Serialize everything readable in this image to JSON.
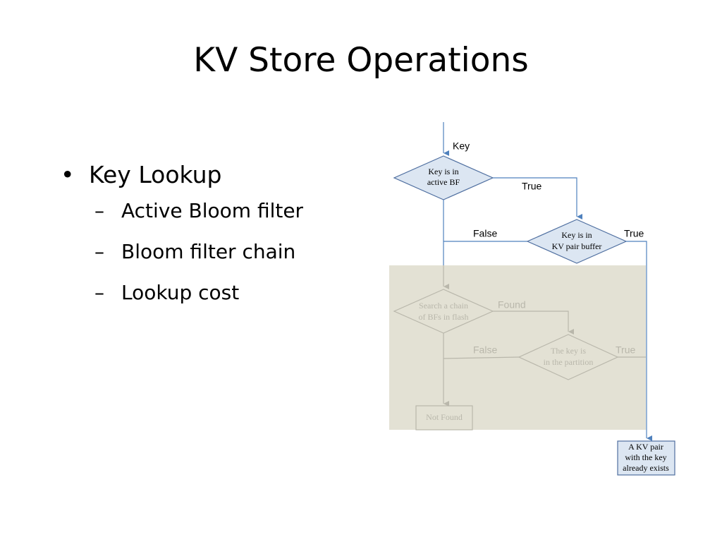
{
  "title": "KV Store Operations",
  "bullets": {
    "main": "Key Lookup",
    "sub": [
      "Active Bloom filter",
      "Bloom filter chain",
      "Lookup cost"
    ]
  },
  "flowchart": {
    "input_label": "Key",
    "decision_active_bf": [
      "Key is in",
      "active BF"
    ],
    "decision_kv_buffer": [
      "Key is in",
      "KV pair buffer"
    ],
    "decision_search_chain": [
      "Search a chain",
      "of BFs in flash"
    ],
    "decision_partition": [
      "The key is",
      "in the partition"
    ],
    "result_not_found": "Not Found",
    "result_exists": [
      "A KV pair",
      "with the key",
      "already exists"
    ],
    "edge_true_1": "True",
    "edge_true_2": "True",
    "edge_true_3": "True",
    "edge_false_1": "False",
    "edge_false_2": "False",
    "edge_found": "Found"
  },
  "colors": {
    "connector": "#4f81bd",
    "diamond_fill": "#dce6f2",
    "diamond_stroke": "#4f6fa0",
    "dimmed_panel": "#e3e1d4",
    "dimmed_text": "#b9b7ab"
  }
}
